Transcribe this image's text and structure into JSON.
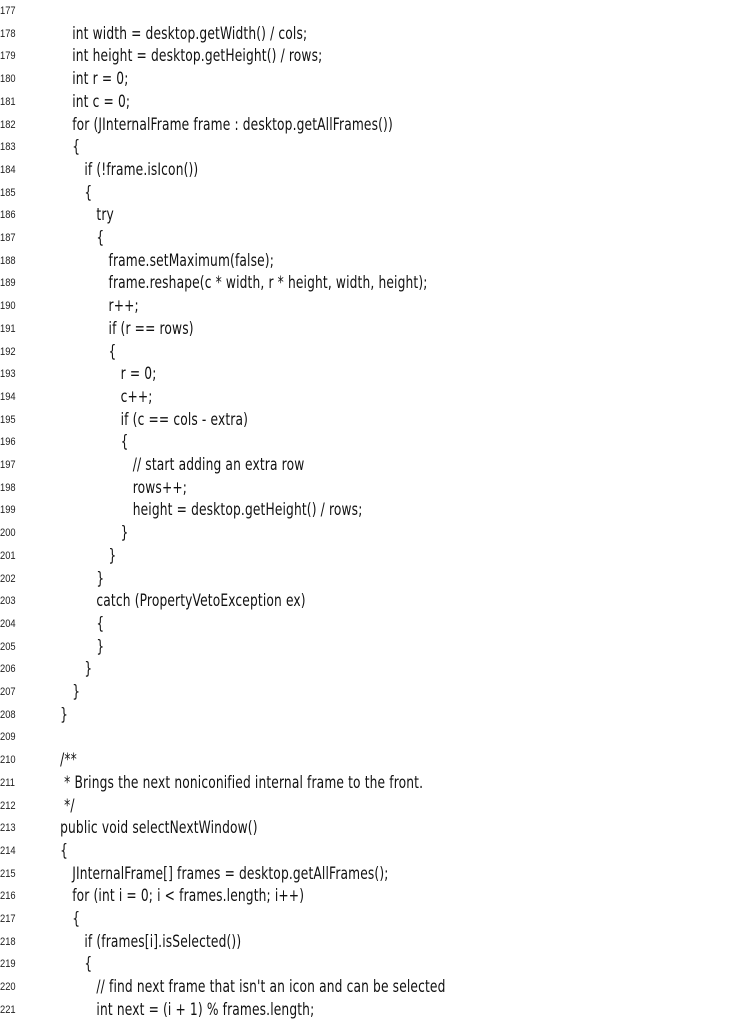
{
  "listing": {
    "lines": [
      {
        "number": "177",
        "code": ""
      },
      {
        "number": "178",
        "code": "      int width = desktop.getWidth() / cols;"
      },
      {
        "number": "179",
        "code": "      int height = desktop.getHeight() / rows;"
      },
      {
        "number": "180",
        "code": "      int r = 0;"
      },
      {
        "number": "181",
        "code": "      int c = 0;"
      },
      {
        "number": "182",
        "code": "      for (JInternalFrame frame : desktop.getAllFrames())"
      },
      {
        "number": "183",
        "code": "      {"
      },
      {
        "number": "184",
        "code": "         if (!frame.isIcon())"
      },
      {
        "number": "185",
        "code": "         {"
      },
      {
        "number": "186",
        "code": "            try"
      },
      {
        "number": "187",
        "code": "            {"
      },
      {
        "number": "188",
        "code": "               frame.setMaximum(false);"
      },
      {
        "number": "189",
        "code": "               frame.reshape(c * width, r * height, width, height);"
      },
      {
        "number": "190",
        "code": "               r++;"
      },
      {
        "number": "191",
        "code": "               if (r == rows)"
      },
      {
        "number": "192",
        "code": "               {"
      },
      {
        "number": "193",
        "code": "                  r = 0;"
      },
      {
        "number": "194",
        "code": "                  c++;"
      },
      {
        "number": "195",
        "code": "                  if (c == cols - extra)"
      },
      {
        "number": "196",
        "code": "                  {"
      },
      {
        "number": "197",
        "code": "                     // start adding an extra row"
      },
      {
        "number": "198",
        "code": "                     rows++;"
      },
      {
        "number": "199",
        "code": "                     height = desktop.getHeight() / rows;"
      },
      {
        "number": "200",
        "code": "                  }"
      },
      {
        "number": "201",
        "code": "               }"
      },
      {
        "number": "202",
        "code": "            }"
      },
      {
        "number": "203",
        "code": "            catch (PropertyVetoException ex)"
      },
      {
        "number": "204",
        "code": "            {"
      },
      {
        "number": "205",
        "code": "            }"
      },
      {
        "number": "206",
        "code": "         }"
      },
      {
        "number": "207",
        "code": "      }"
      },
      {
        "number": "208",
        "code": "   }"
      },
      {
        "number": "209",
        "code": ""
      },
      {
        "number": "210",
        "code": "   /**"
      },
      {
        "number": "211",
        "code": "    * Brings the next noniconified internal frame to the front."
      },
      {
        "number": "212",
        "code": "    */"
      },
      {
        "number": "213",
        "code": "   public void selectNextWindow()"
      },
      {
        "number": "214",
        "code": "   {"
      },
      {
        "number": "215",
        "code": "      JInternalFrame[] frames = desktop.getAllFrames();"
      },
      {
        "number": "216",
        "code": "      for (int i = 0; i < frames.length; i++)"
      },
      {
        "number": "217",
        "code": "      {"
      },
      {
        "number": "218",
        "code": "         if (frames[i].isSelected())"
      },
      {
        "number": "219",
        "code": "         {"
      },
      {
        "number": "220",
        "code": "            // find next frame that isn't an icon and can be selected"
      },
      {
        "number": "221",
        "code": "            int next = (i + 1) % frames.length;"
      }
    ]
  }
}
